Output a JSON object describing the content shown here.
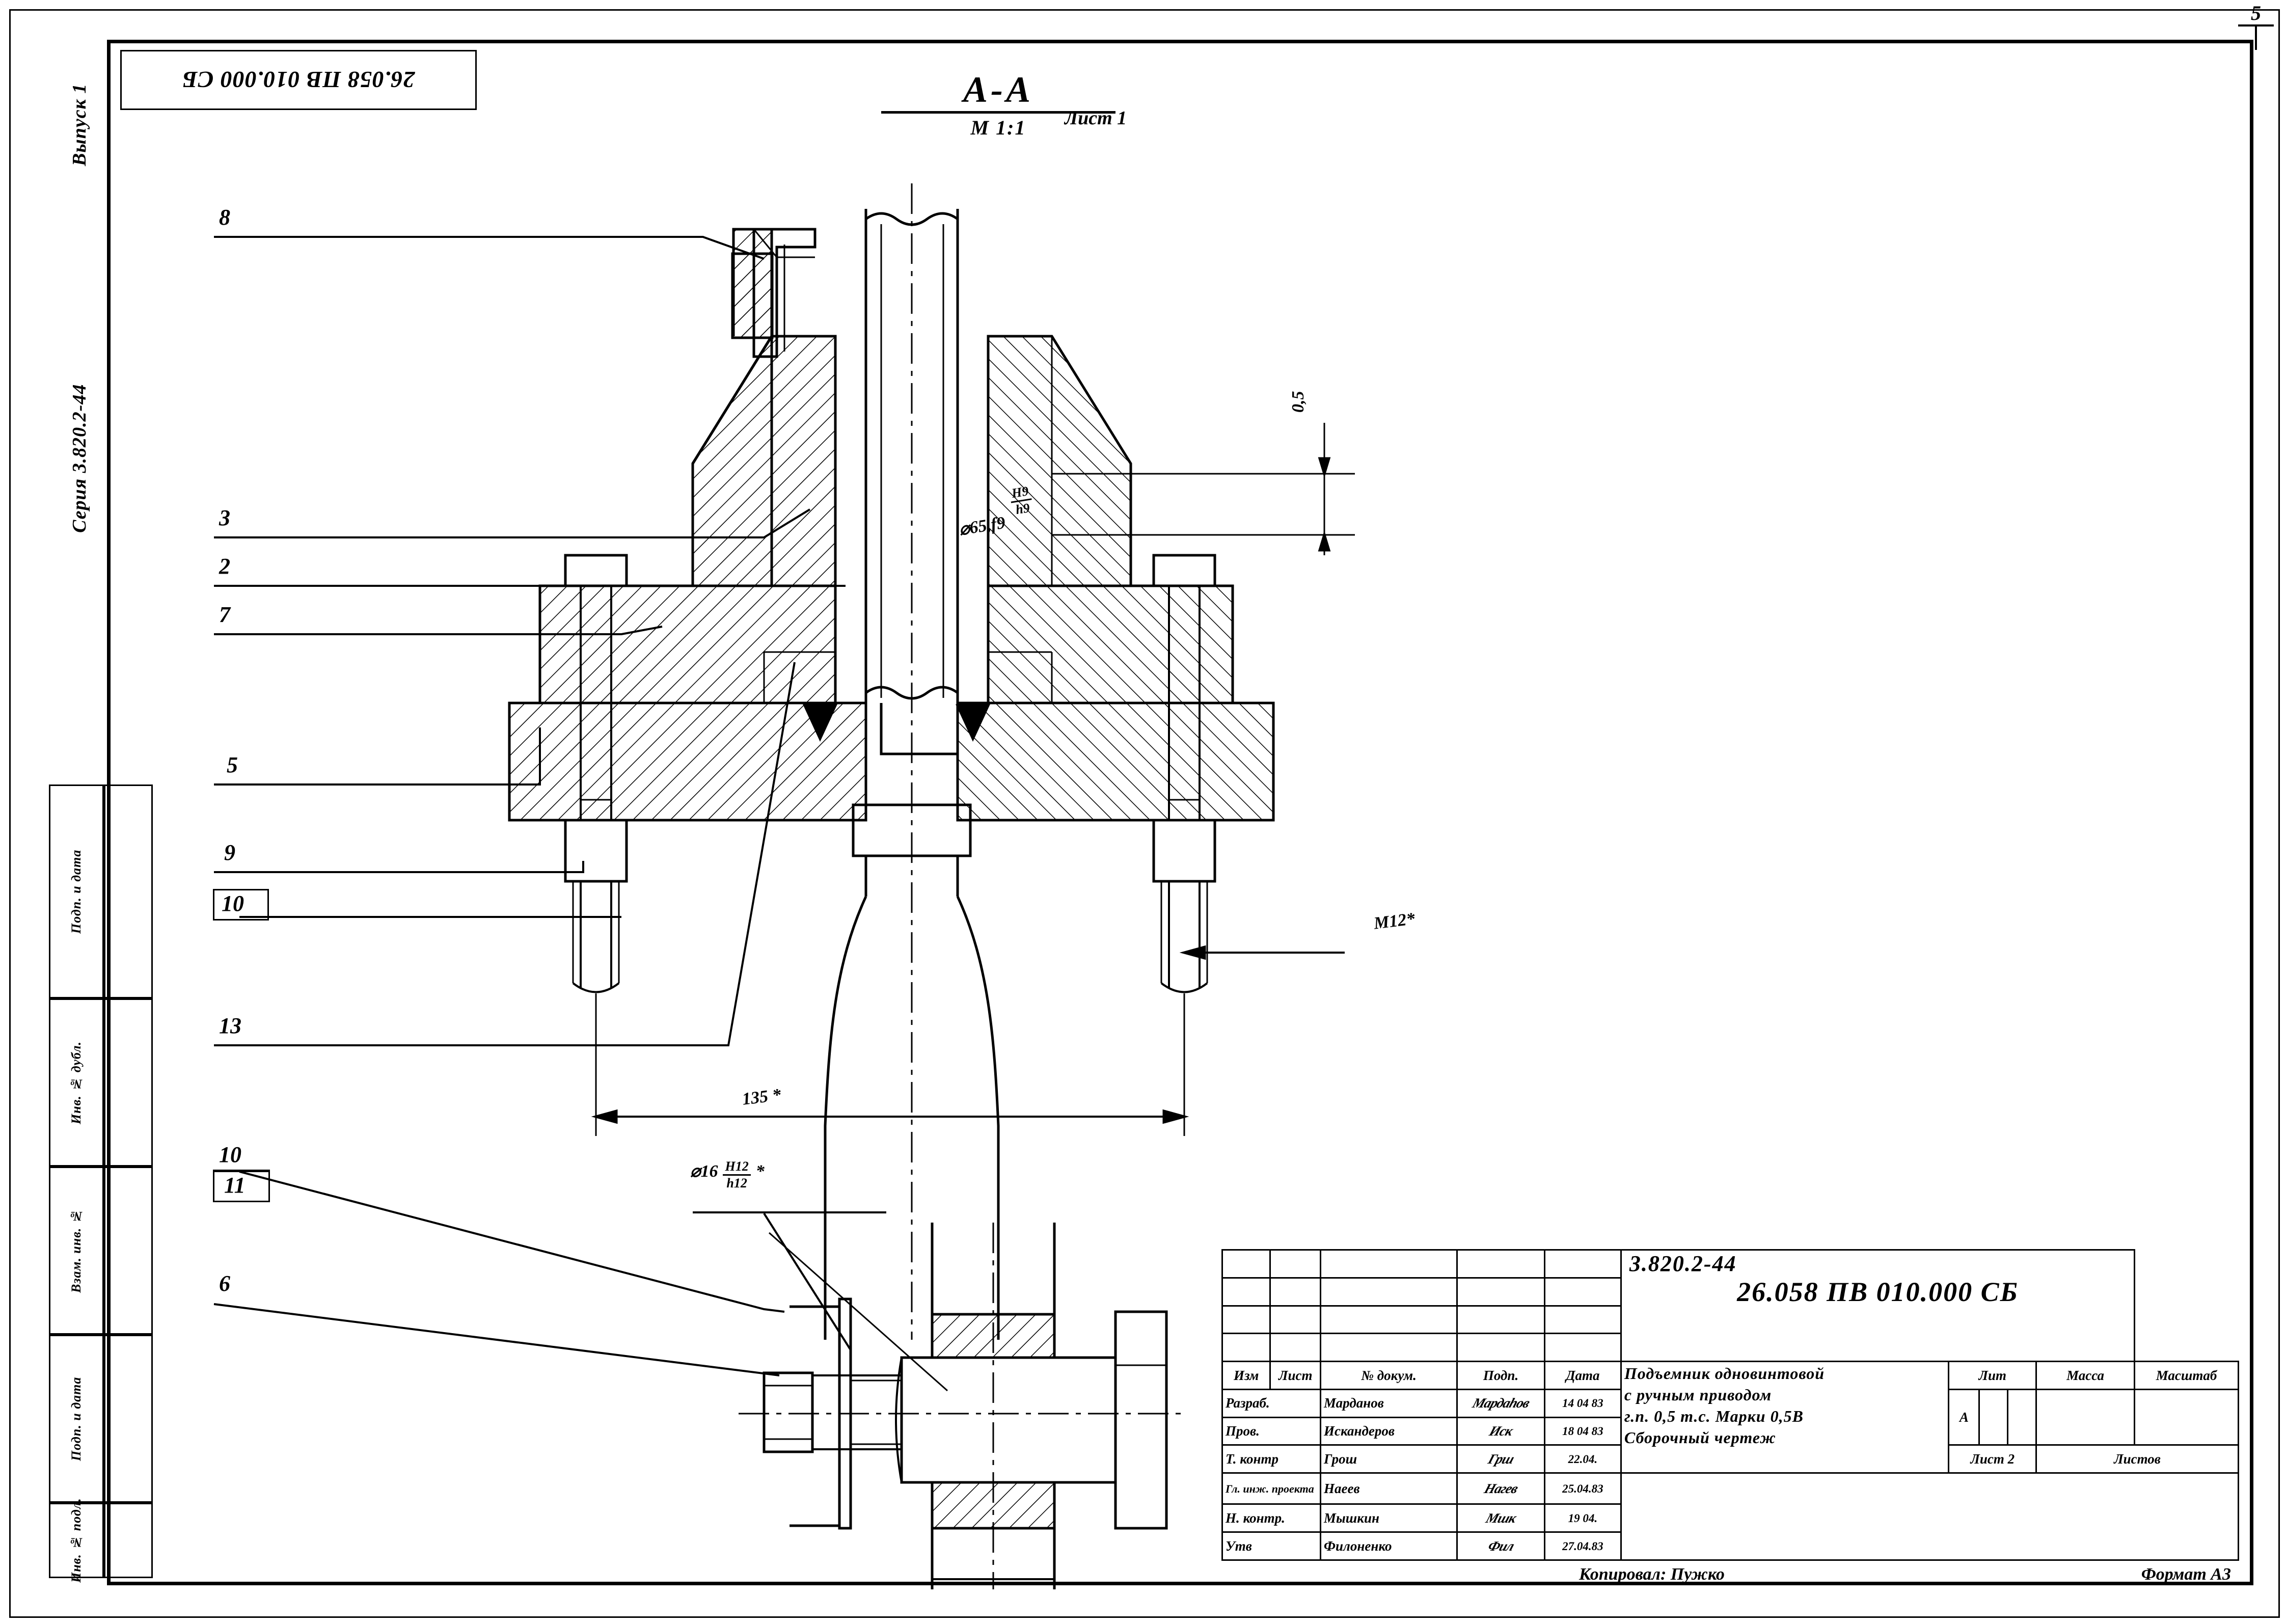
{
  "sheet": {
    "page_number": "5",
    "format_note": "Формат А3",
    "copied_by": "Копировал: Пужко",
    "drawing_number_top": "26.058 ПВ 010.000 СБ"
  },
  "left_margin": {
    "series": "Серия 3.820.2-44",
    "issue": "Выпуск 1",
    "columns": [
      "Подп. и дата",
      "Инв. № дубл.",
      "Взам. инв. №",
      "Подп. и дата",
      "Инв. № подл."
    ]
  },
  "view": {
    "section_label": "А-А",
    "scale": "М 1:1",
    "sheet_label": "Лист 1"
  },
  "callouts": [
    {
      "id": "c8",
      "label": "8"
    },
    {
      "id": "c3",
      "label": "3"
    },
    {
      "id": "c2",
      "label": "2"
    },
    {
      "id": "c7",
      "label": "7"
    },
    {
      "id": "c5",
      "label": "5"
    },
    {
      "id": "c9",
      "label": "9"
    },
    {
      "id": "c10",
      "label": "10"
    },
    {
      "id": "c13",
      "label": "13"
    },
    {
      "id": "c10b",
      "label": "10"
    },
    {
      "id": "c11",
      "label": "11"
    },
    {
      "id": "c6",
      "label": "6"
    }
  ],
  "dimensions": {
    "diameter_fit": {
      "value": "⌀65",
      "sub": ",f9",
      "top": "Н9",
      "bottom": "h9"
    },
    "length_135": "135 *",
    "thread_m12": "М12*",
    "gap_05": "0,5",
    "bolt_fit": {
      "value": "⌀16",
      "top": "Н12",
      "bottom": "h12",
      "star": "*"
    }
  },
  "title_block": {
    "code_line1": "3.820.2-44",
    "code_line2": "26.058 ПВ 010.000 СБ",
    "name_lines": [
      "Подъемник   одновинтовой",
      "с  ручным    приводом",
      "г.п. 0,5 т.с.  Марки  0,5В",
      "Сборочный    чертеж"
    ],
    "headers": {
      "izm": "Изм",
      "list": "Лист",
      "ndoc": "№ докум.",
      "podp": "Подп.",
      "data": "Дата",
      "lit": "Лит",
      "massa": "Масса",
      "masshtab": "Масштаб",
      "sheet_no": "Лист 2",
      "sheets": "Листов"
    },
    "lit_value": "А",
    "massa_value": "",
    "masshtab_value": "",
    "sheets_value": "",
    "rows": [
      {
        "role": "Разраб.",
        "name": "Марданов",
        "sign": "Мардаһов",
        "date": "14 04 83"
      },
      {
        "role": "Пров.",
        "name": "Искандеров",
        "sign": "Иск",
        "date": "18 04 83"
      },
      {
        "role": "Т. контр",
        "name": "Грош",
        "sign": "Грш",
        "date": "22.04."
      },
      {
        "role": "Гл. инж.\nпроекта",
        "name": "Наеев",
        "sign": "Нагев",
        "date": "25.04.83"
      },
      {
        "role": "Н. контр.",
        "name": "Мышкин",
        "sign": "Мшк",
        "date": "19 04."
      },
      {
        "role": "Утв",
        "name": "Филоненко",
        "sign": "Фил",
        "date": "27.04.83"
      }
    ]
  }
}
